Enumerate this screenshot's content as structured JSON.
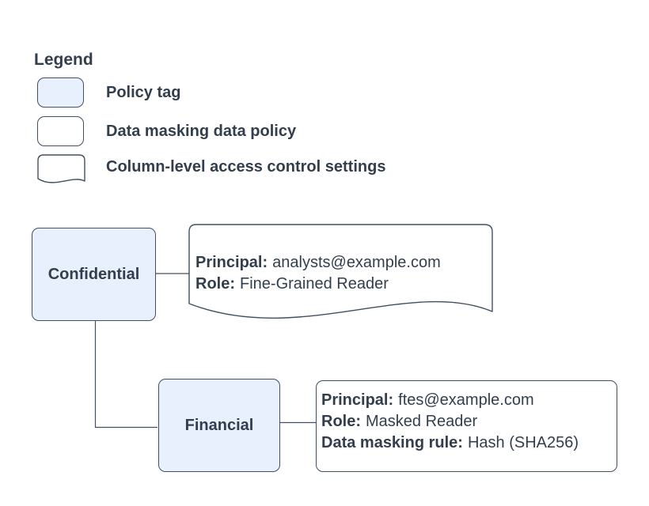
{
  "colors": {
    "node_fill": "#e8f0fe",
    "stroke": "#424f61",
    "text": "#333e4c",
    "background": "#ffffff"
  },
  "legend": {
    "title": "Legend",
    "items": [
      {
        "shape": "policy-tag-swatch",
        "label": "Policy tag"
      },
      {
        "shape": "data-masking-policy-swatch",
        "label": "Data masking data policy"
      },
      {
        "shape": "column-access-document-swatch",
        "label": "Column-level access control settings"
      }
    ]
  },
  "diagram": {
    "policy_tags": [
      {
        "id": "confidential",
        "label": "Confidential"
      },
      {
        "id": "financial",
        "label": "Financial"
      }
    ],
    "column_access_settings": {
      "lines": [
        {
          "label": "Principal:",
          "value": "analysts@example.com"
        },
        {
          "label": "Role:",
          "value": "Fine-Grained Reader"
        }
      ]
    },
    "data_masking_policy": {
      "lines": [
        {
          "label": "Principal:",
          "value": "ftes@example.com"
        },
        {
          "label": "Role:",
          "value": "Masked Reader"
        },
        {
          "label": "Data masking rule:",
          "value": "Hash (SHA256)"
        }
      ]
    }
  }
}
